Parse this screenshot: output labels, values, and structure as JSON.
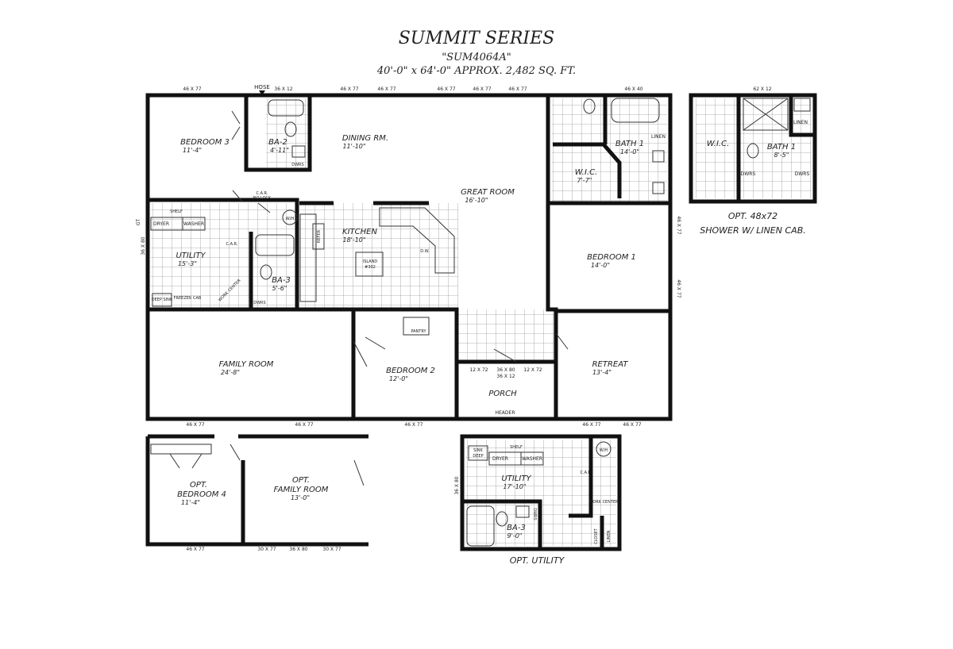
{
  "header": {
    "series": "SUMMIT SERIES",
    "model": "\"SUM4064A\"",
    "dimensions": "40'-0\" x 64'-0\" APPROX. 2,482 SQ. FT."
  },
  "rooms": {
    "bedroom3": {
      "name": "BEDROOM 3",
      "size": "11'-4\""
    },
    "ba2": {
      "name": "BA-2",
      "size": "4'-11\""
    },
    "dining": {
      "name": "DINING RM.",
      "size": "11'-10\""
    },
    "great": {
      "name": "GREAT ROOM",
      "size": "16'-10\""
    },
    "bath1": {
      "name": "BATH 1",
      "size": "14'-0\""
    },
    "wic": {
      "name": "W.I.C.",
      "size": "7'-7\""
    },
    "utility": {
      "name": "UTILITY",
      "size": "15'-3\""
    },
    "kitchen": {
      "name": "KITCHEN",
      "size": "18'-10\""
    },
    "ba3": {
      "name": "BA-3",
      "size": "5'-6\""
    },
    "bedroom1": {
      "name": "BEDROOM 1",
      "size": "14'-0\""
    },
    "family": {
      "name": "FAMILY ROOM",
      "size": "24'-8\""
    },
    "bedroom2": {
      "name": "BEDROOM 2",
      "size": "12'-0\""
    },
    "retreat": {
      "name": "RETREAT",
      "size": "13'-4\""
    },
    "porch": {
      "name": "PORCH"
    }
  },
  "fixtures": {
    "hose": "HOSE",
    "car_nolock": "C.A.R.",
    "nolock": "NO LOCK",
    "shelf": "SHELF",
    "dryer": "DRYER",
    "washer": "WASHER",
    "wh": "W/H",
    "refer": "REFER",
    "dw": "D.W.",
    "island": "ISLAND",
    "island_num": "#302",
    "car": "C.A.R.",
    "work_center": "WORK CENTER",
    "deep_sink": "DEEP SINK",
    "freezer": "FREEZER CAB",
    "dwrs": "DWRS",
    "linen": "LINEN",
    "pantry": "PANTRY",
    "header": "HEADER",
    "gt": "GT"
  },
  "windows": {
    "w46x77": "46 X 77",
    "w36x12": "36 X 12",
    "w46x40": "46 X 40",
    "w36x80": "36 X 80",
    "w12x72": "12 X 72",
    "w30x77": "30 X 77",
    "w62x12": "62 X 12"
  },
  "opt_shower": {
    "wic": "W.I.C.",
    "bath": "BATH 1",
    "bath_size": "8'-5\"",
    "linen": "LINEN",
    "dwrs": "DWRS",
    "caption1": "OPT. 48x72",
    "caption2": "SHOWER W/ LINEN CAB."
  },
  "opt_rooms": {
    "bed4_line1": "OPT.",
    "bed4_line2": "BEDROOM 4",
    "bed4_size": "11'-4\"",
    "fam_line1": "OPT.",
    "fam_line2": "FAMILY ROOM",
    "fam_size": "13'-0\""
  },
  "opt_utility": {
    "caption": "OPT. UTILITY",
    "utility": "UTILITY",
    "utility_size": "17'-10\"",
    "ba3": "BA-3",
    "ba3_size": "9'-0\"",
    "sink": "SINK",
    "deep": "DEEP",
    "shelf": "SHELF",
    "dryer": "DRYER",
    "washer": "WASHER",
    "wh": "W/H",
    "car": "C.A.R.",
    "work_center": "WORK CENTER",
    "linen": "LINEN",
    "closet": "CLOSET",
    "dwrs": "DWRS"
  }
}
